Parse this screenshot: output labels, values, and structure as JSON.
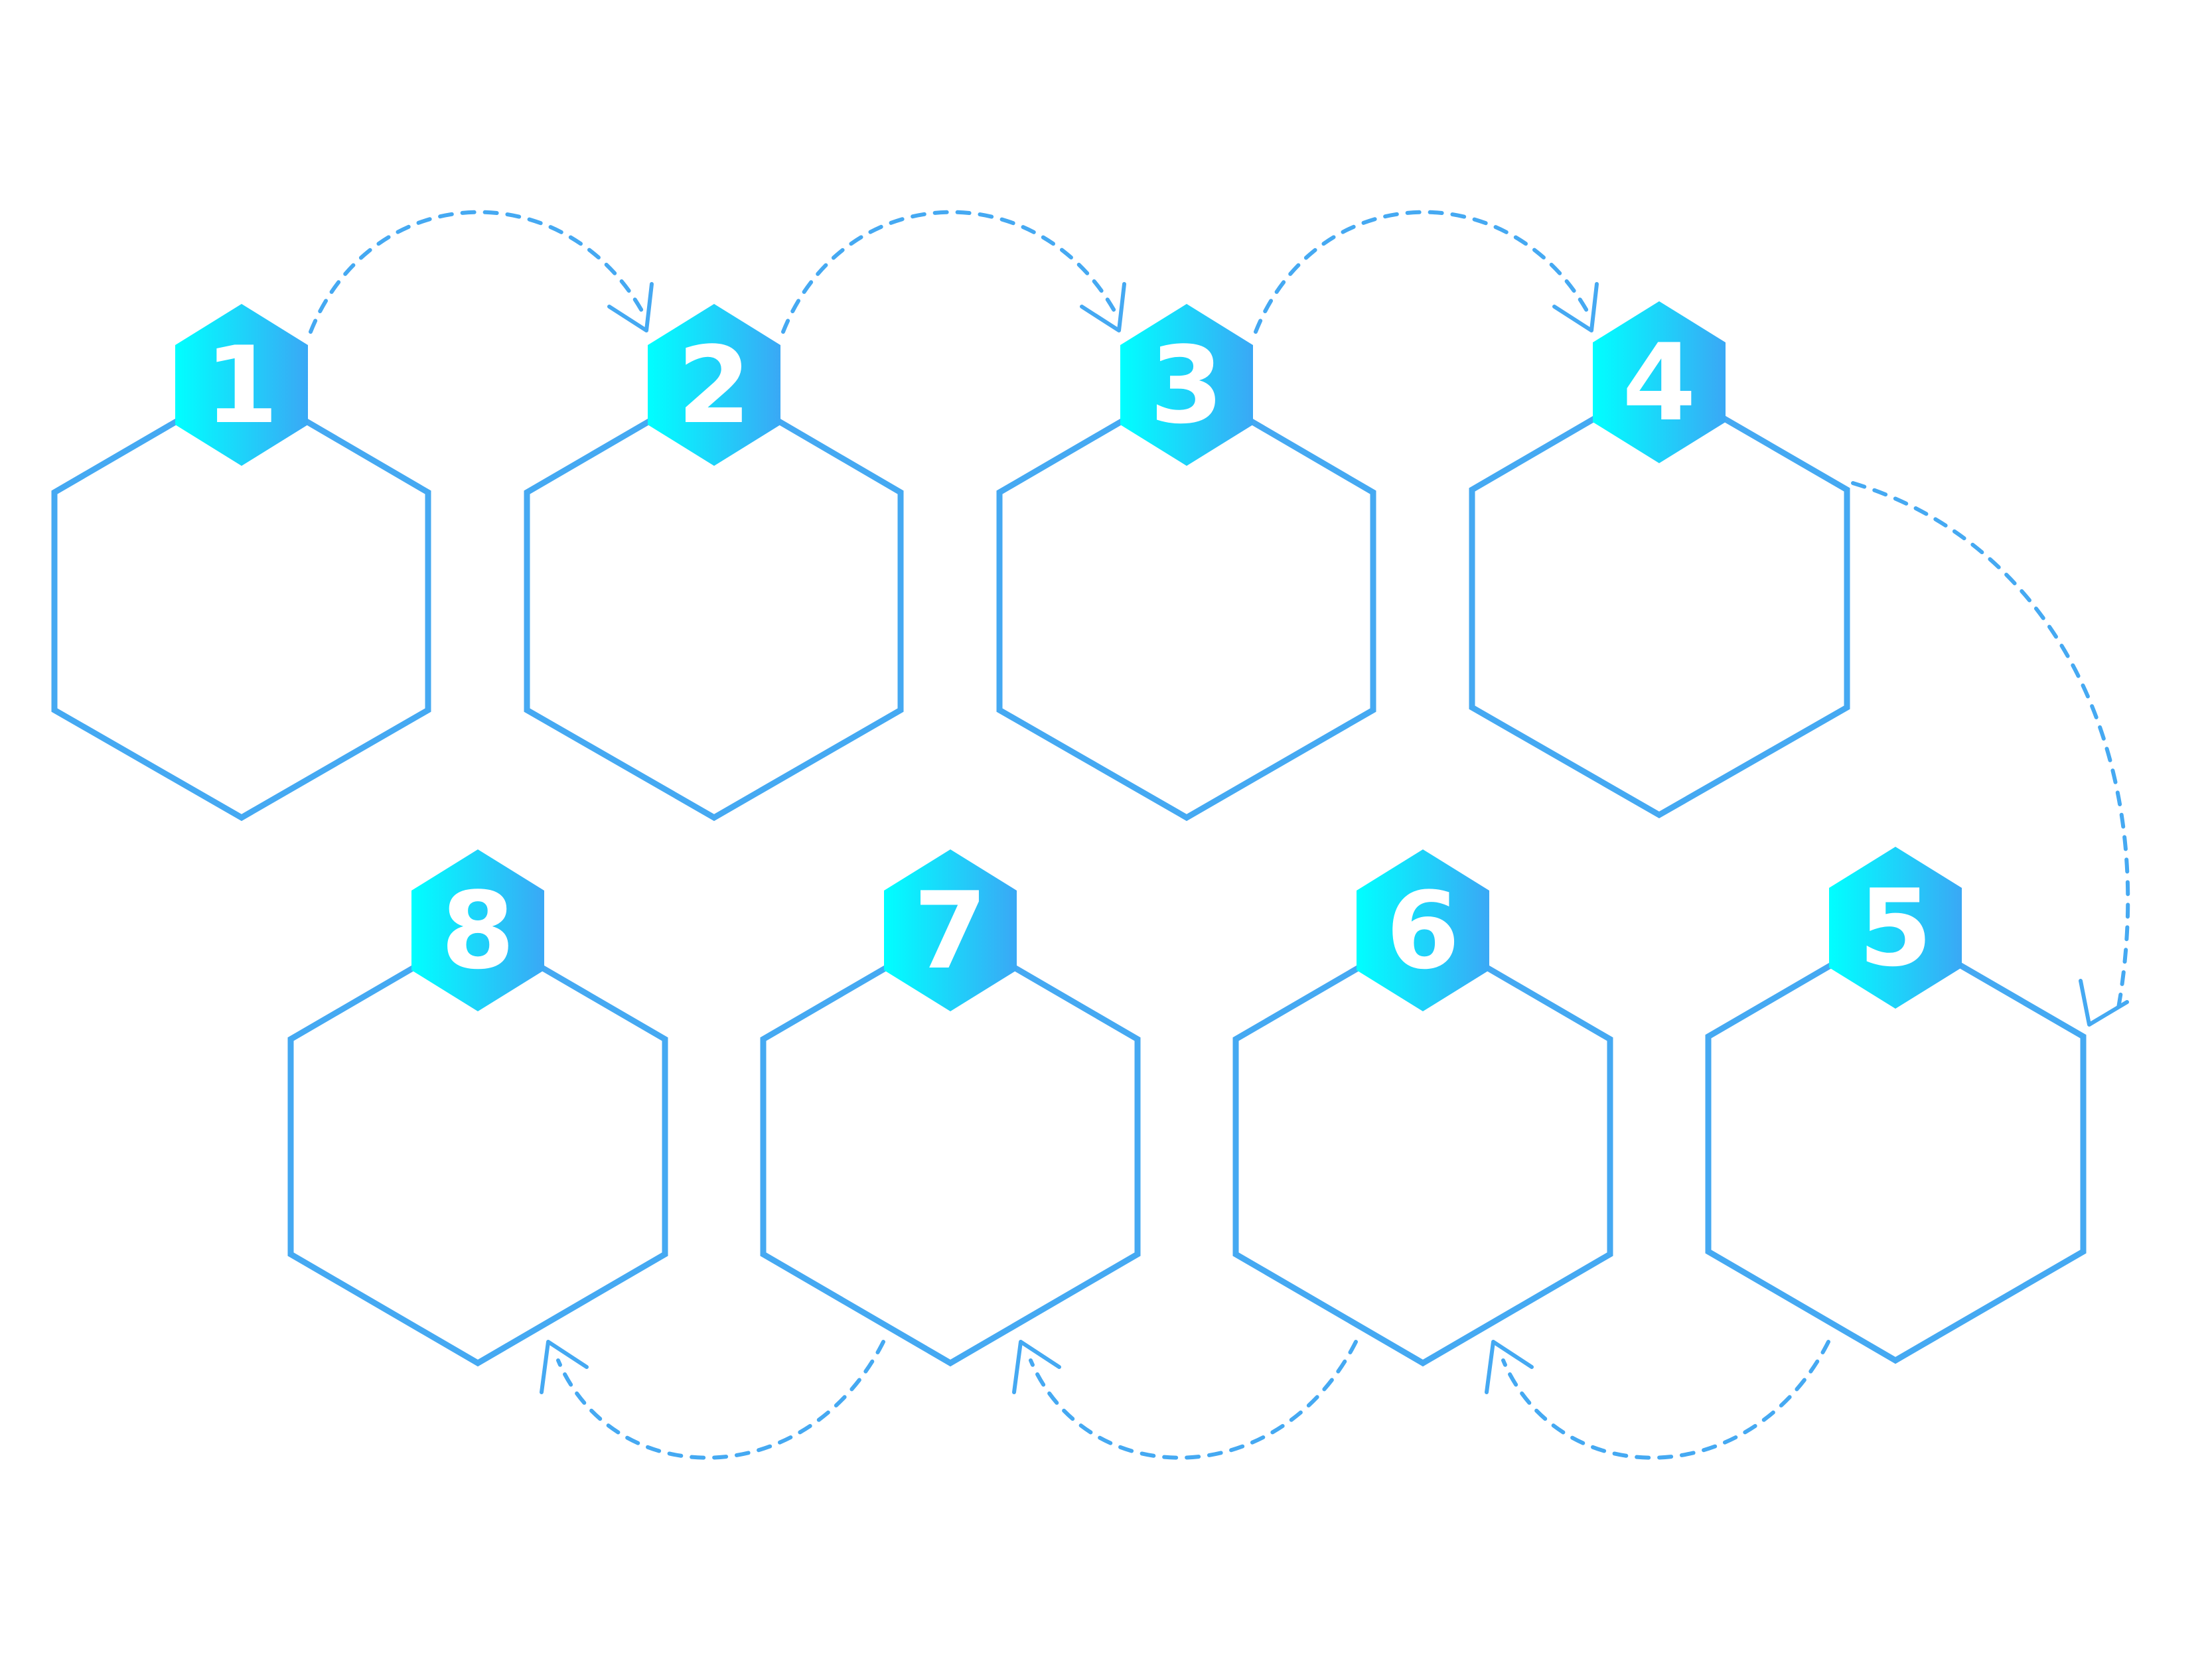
{
  "colors": {
    "outline": "#45A9F2",
    "badge_start": "#00FFFF",
    "badge_end": "#3AA8F5",
    "number": "#FFFFFF",
    "background": "#FFFFFF"
  },
  "steps": [
    {
      "number": "1"
    },
    {
      "number": "2"
    },
    {
      "number": "3"
    },
    {
      "number": "4"
    },
    {
      "number": "5"
    },
    {
      "number": "6"
    },
    {
      "number": "7"
    },
    {
      "number": "8"
    }
  ],
  "connectors": [
    {
      "from": "1",
      "to": "2",
      "style": "dashed-arrow"
    },
    {
      "from": "2",
      "to": "3",
      "style": "dashed-arrow"
    },
    {
      "from": "3",
      "to": "4",
      "style": "dashed-arrow"
    },
    {
      "from": "4",
      "to": "5",
      "style": "dashed-arrow"
    },
    {
      "from": "5",
      "to": "6",
      "style": "dashed-arrow"
    },
    {
      "from": "6",
      "to": "7",
      "style": "dashed-arrow"
    },
    {
      "from": "7",
      "to": "8",
      "style": "dashed-arrow"
    }
  ]
}
